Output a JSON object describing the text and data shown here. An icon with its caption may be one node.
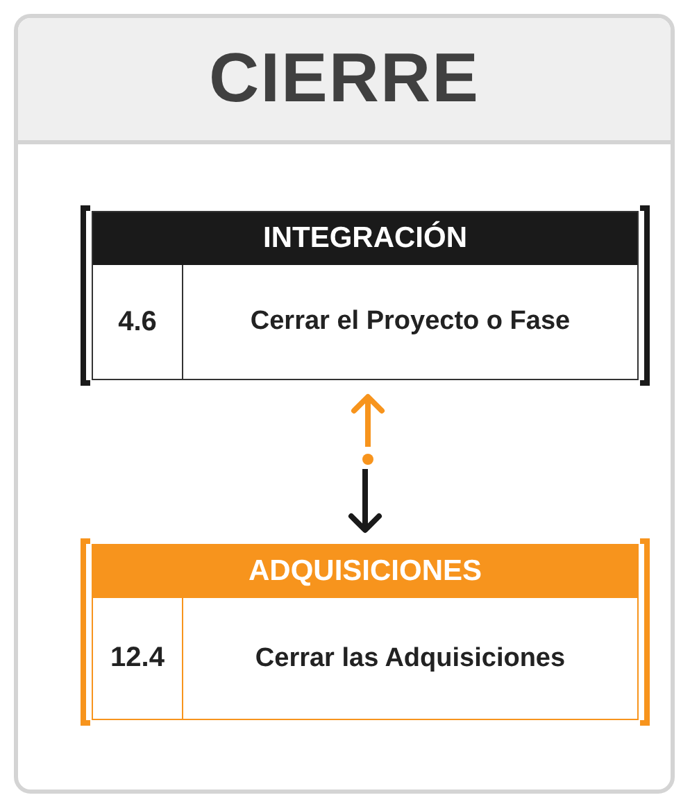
{
  "diagram": {
    "nodes": [
      {
        "text": [
          "CIERRE"
        ]
      },
      {
        "text": [
          "INTEGRACIÓN",
          "4.6",
          "Cerrar el Proyecto o Fase"
        ],
        "in": 0
      },
      {
        "text": [
          "ADQUISICIONES",
          "12.4",
          "Cerrar las Adquisiciones"
        ],
        "in": 0
      }
    ],
    "edges": [
      {
        "from": null,
        "to": 1,
        "arrow": "to",
        "color": "#f7941d"
      },
      {
        "from": null,
        "to": 2,
        "arrow": "to",
        "color": "#1a1a1a"
      }
    ]
  }
}
